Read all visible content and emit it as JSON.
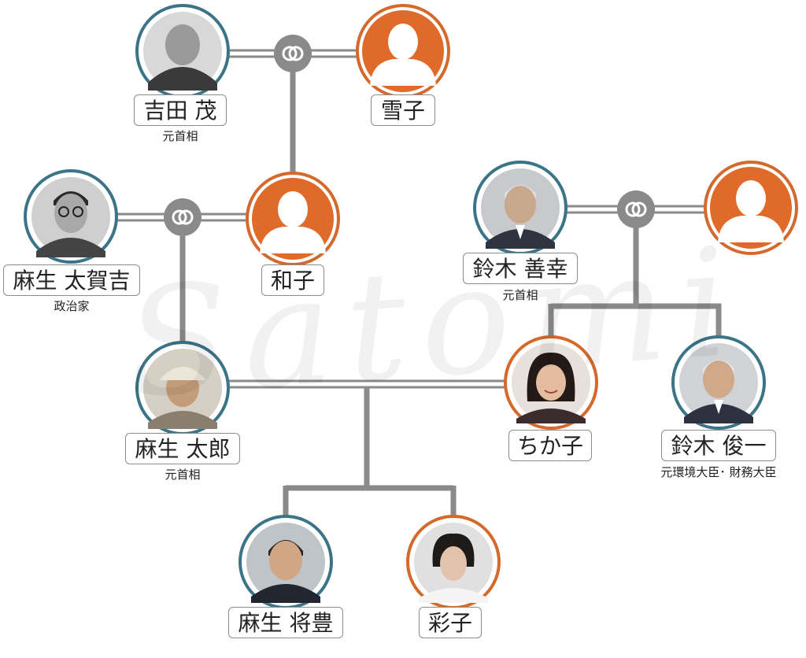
{
  "watermark": "Satomi",
  "colors": {
    "male_ring": "#3c7487",
    "female_ring": "#d4692b",
    "silhouette_bg": "#df6a2a",
    "line": "#8a8a8a"
  },
  "people": {
    "yoshida": {
      "name": "吉田 茂",
      "caption": "元首相",
      "ring": "male",
      "photo": "elderly-man-photo"
    },
    "yukiko": {
      "name": "雪子",
      "ring": "female",
      "photo": "female-silhouette"
    },
    "aso_takakichi": {
      "name": "麻生 太賀吉",
      "caption": "政治家",
      "ring": "male",
      "photo": "man-with-glasses-photo"
    },
    "kazuko": {
      "name": "和子",
      "ring": "female",
      "photo": "female-silhouette"
    },
    "suzuki_zenko": {
      "name": "鈴木 善幸",
      "caption": "元首相",
      "ring": "male",
      "photo": "man-in-suit-photo"
    },
    "suzuki_wife": {
      "ring": "female",
      "photo": "female-silhouette"
    },
    "aso_taro": {
      "name": "麻生 太郎",
      "caption": "元首相",
      "ring": "male",
      "photo": "man-in-cap-photo"
    },
    "chikako": {
      "name": "ちか子",
      "ring": "female",
      "photo": "smiling-woman-photo"
    },
    "suzuki_shunichi": {
      "name": "鈴木 俊一",
      "caption": "元環境大臣･ 財務大臣",
      "ring": "male",
      "photo": "man-in-suit-photo"
    },
    "aso_shoho": {
      "name": "麻生 将豊",
      "ring": "male",
      "photo": "young-man-photo"
    },
    "ayako": {
      "name": "彩子",
      "ring": "female",
      "photo": "young-woman-photo"
    }
  }
}
